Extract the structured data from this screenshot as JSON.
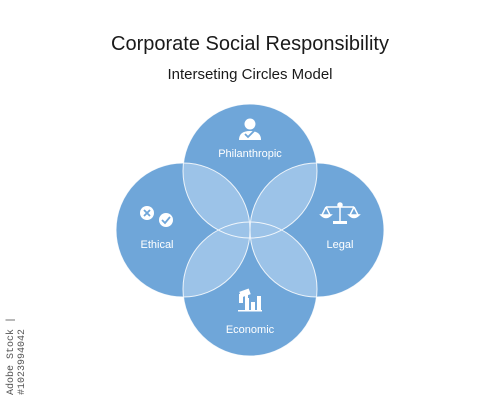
{
  "header": {
    "title": "Corporate Social Responsibility",
    "subtitle": "Interseting Circles Model"
  },
  "circles": [
    {
      "label": "Philanthropic",
      "icon": "person-check-icon"
    },
    {
      "label": "Ethical",
      "icon": "cross-check-icon"
    },
    {
      "label": "Legal",
      "icon": "balance-scale-icon"
    },
    {
      "label": "Economic",
      "icon": "money-bar-chart-icon"
    }
  ],
  "colors": {
    "circle": "#6fa6d9",
    "overlap": "#9cc3e8",
    "center": "#c4dcf2",
    "stroke": "#ffffff"
  },
  "watermark": "Adobe Stock | #1023994042"
}
